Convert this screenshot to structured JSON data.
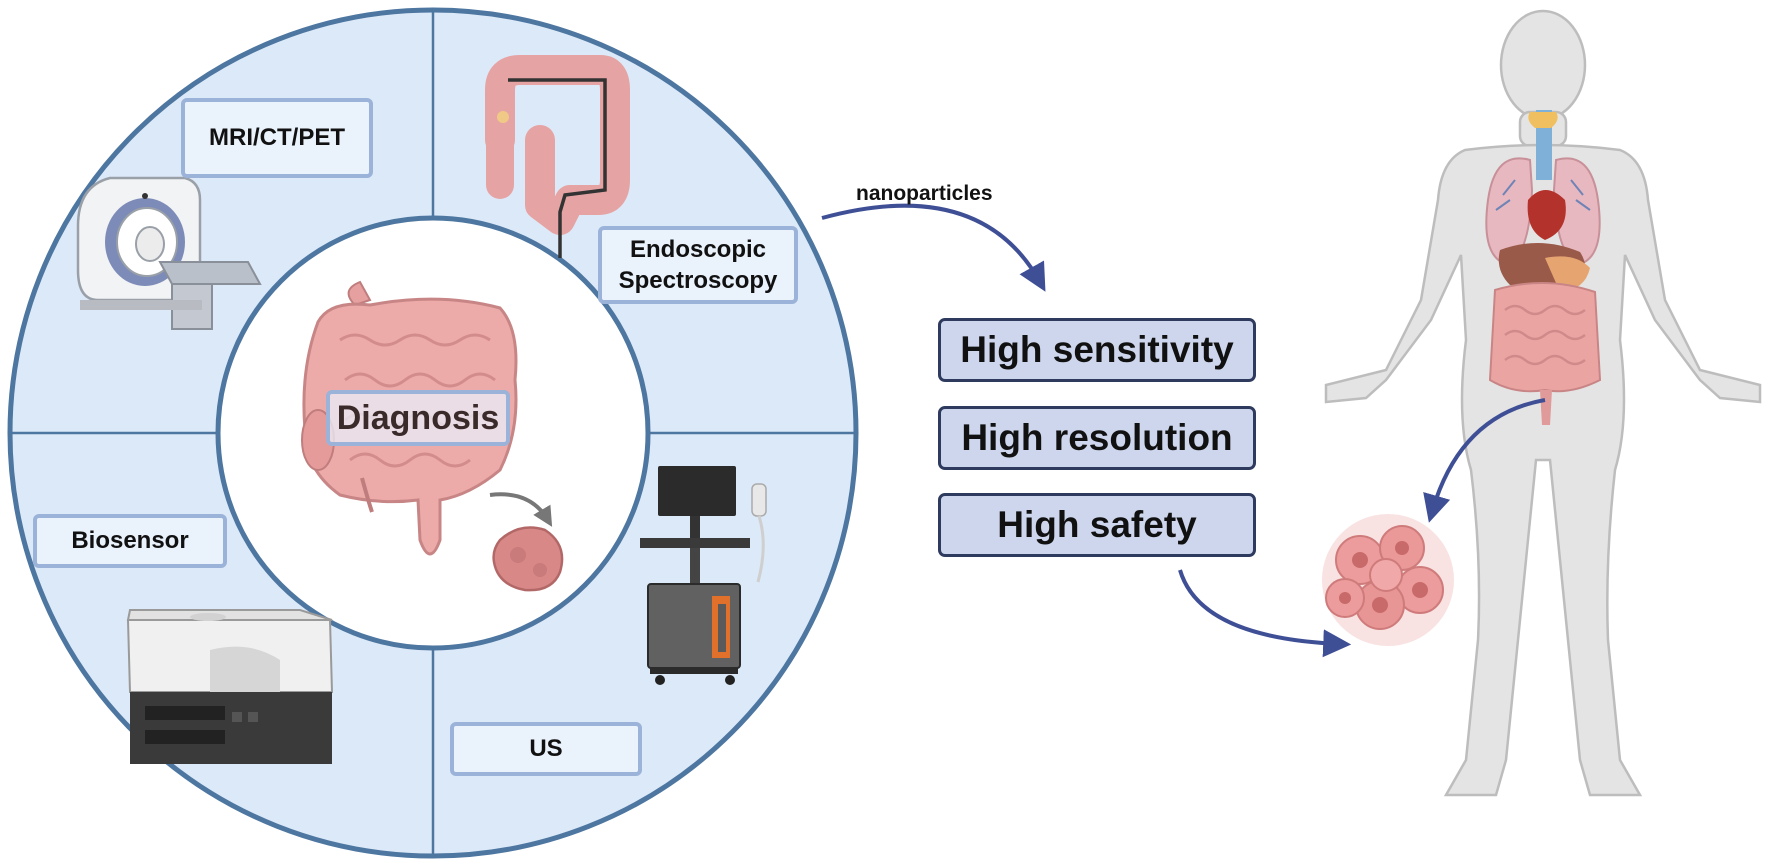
{
  "center": {
    "label": "Diagnosis"
  },
  "methods": {
    "mri": "MRI/CT/PET",
    "endoscopic_line1": "Endoscopic",
    "endoscopic_line2": "Spectroscopy",
    "biosensor": "Biosensor",
    "us": "US"
  },
  "arrow_label": "nanoparticles",
  "advantages": [
    "High sensitivity",
    "High resolution",
    "High safety"
  ],
  "colors": {
    "ring_fill": "#dce9f8",
    "ring_stroke": "#4d76a0",
    "label_border": "#9bb3d9",
    "advantage_fill": "#cdd6ec",
    "advantage_border": "#2f3b5e",
    "arrow": "#3f4f96",
    "organ_pink": "#e9a3a3",
    "body_gray": "#e4e4e4"
  }
}
